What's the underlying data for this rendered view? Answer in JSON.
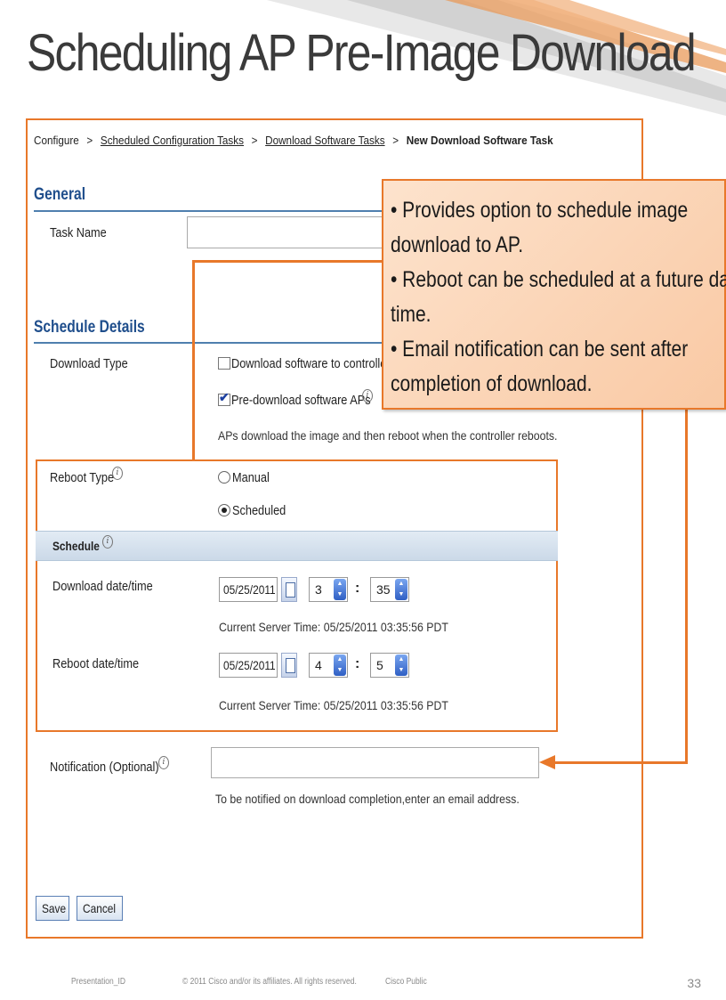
{
  "slide": {
    "title": "Scheduling AP Pre-Image Download",
    "page_number": "33"
  },
  "breadcrumb": {
    "root": "Configure",
    "sep": ">",
    "item1": "Scheduled Configuration Tasks",
    "item2": "Download Software Tasks",
    "current": "New Download Software Task"
  },
  "general": {
    "heading": "General",
    "task_name_label": "Task Name",
    "task_name_value": ""
  },
  "schedule_details": {
    "heading": "Schedule Details",
    "download_type_label": "Download Type",
    "option_controller": "Download software to controller",
    "option_controller_checked": false,
    "option_predownload": "Pre-download software APs",
    "option_predownload_checked": true,
    "predownload_note": "APs download the image and then reboot when the controller reboots."
  },
  "reboot": {
    "label": "Reboot Type",
    "manual": "Manual",
    "scheduled": "Scheduled",
    "selected": "Scheduled"
  },
  "schedule": {
    "heading": "Schedule",
    "download_label": "Download  date/time",
    "download_date": "05/25/2011",
    "download_hour": "3",
    "download_minute": "35",
    "server_time_1": "Current Server Time: 05/25/2011 03:35:56 PDT",
    "reboot_label": "Reboot  date/time",
    "reboot_date": "05/25/2011",
    "reboot_hour": "4",
    "reboot_minute": "5",
    "server_time_2": "Current Server Time: 05/25/2011 03:35:56 PDT",
    "colon": ":"
  },
  "notification": {
    "label": "Notification (Optional)",
    "value": "",
    "hint": "To be notified on download completion,enter an email address."
  },
  "buttons": {
    "save": "Save",
    "cancel": "Cancel"
  },
  "callout": {
    "line1": "• Provides option to schedule image",
    "line2": "download to AP.",
    "line3": "• Reboot can be scheduled at a future date/",
    "line4": "time.",
    "line5": "• Email notification can be sent after",
    "line6": "completion of download."
  },
  "footer": {
    "presentation_id": "Presentation_ID",
    "copyright": "© 2011 Cisco and/or its affiliates. All rights reserved.",
    "classification": "Cisco Public"
  },
  "colors": {
    "accent_orange": "#e8782a",
    "heading_blue": "#1f4e8c",
    "callout_fill": "#fbd3b3"
  },
  "icons": [
    "info-icon",
    "calendar-icon",
    "spinner-arrows-icon",
    "checkbox-icon",
    "radio-icon"
  ]
}
